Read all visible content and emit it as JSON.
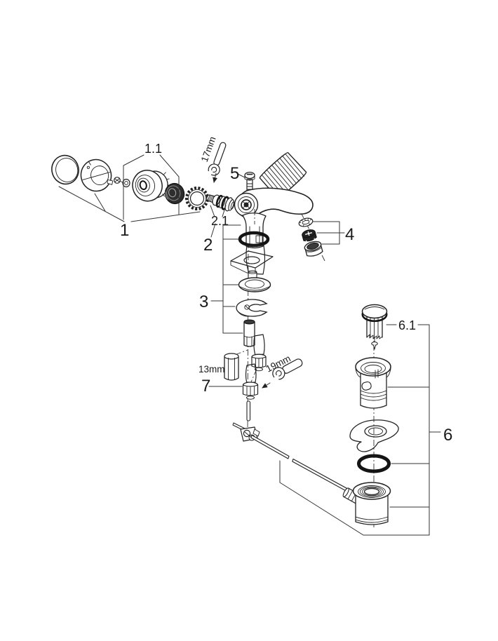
{
  "diagram": {
    "labels": {
      "p1": "1",
      "p1_1": "1.1",
      "p2": "2",
      "p2_1": "2.1",
      "p3": "3",
      "p4": "4",
      "p5": "5",
      "p6": "6",
      "p6_1": "6.1",
      "p7": "7",
      "wrench17": "17mm",
      "hex13": "13mm",
      "wrench19": "19mm"
    },
    "colors": {
      "line": "#222222",
      "background": "#ffffff",
      "oring": "#141414"
    }
  }
}
